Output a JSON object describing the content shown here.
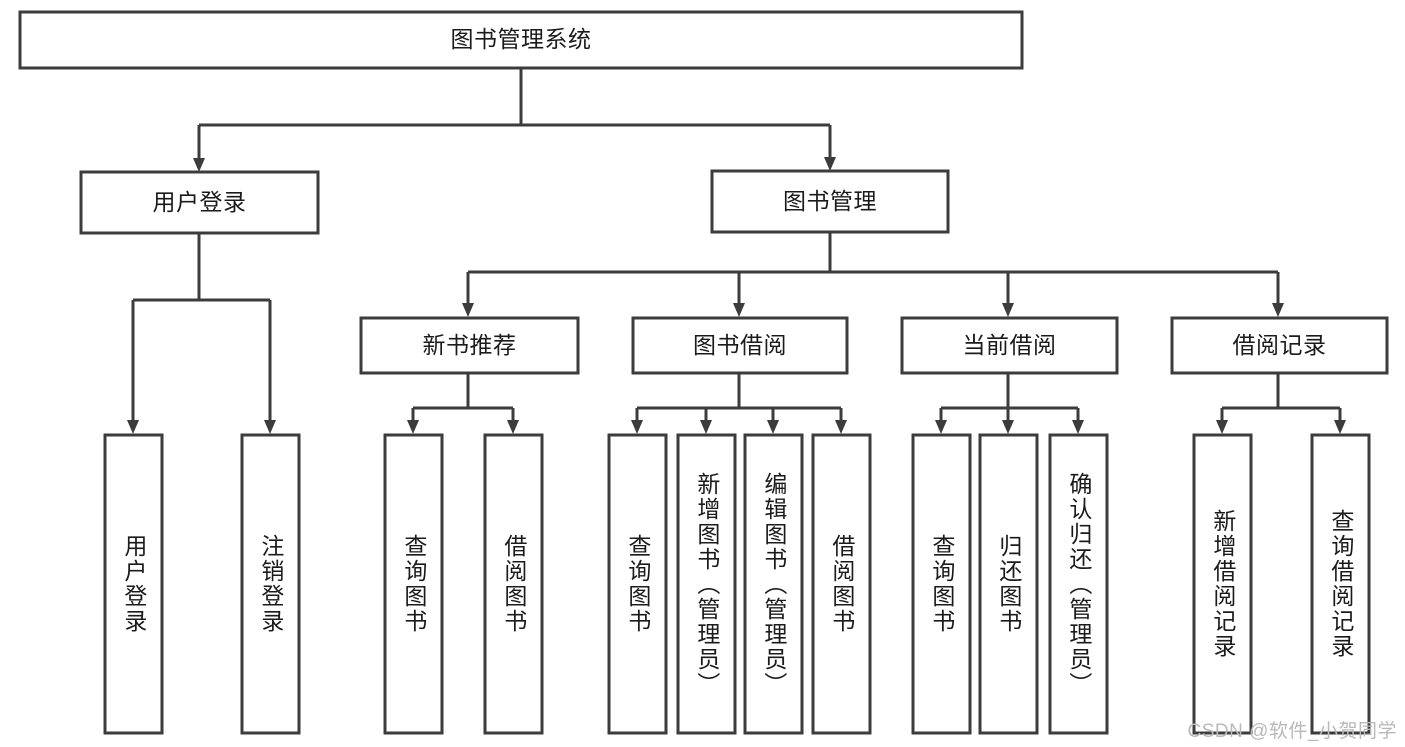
{
  "diagram": {
    "title": "图书管理系统",
    "type": "hierarchy-tree",
    "watermark": "CSDN @软件_小贺同学",
    "colors": {
      "stroke": "#3c3c3c",
      "fill": "#ffffff",
      "text": "#1b1b1b",
      "watermark": "#b9b9b9"
    },
    "root": {
      "label": "图书管理系统"
    },
    "level1": [
      {
        "label": "用户登录"
      },
      {
        "label": "图书管理"
      }
    ],
    "level2": [
      {
        "label": "新书推荐"
      },
      {
        "label": "图书借阅"
      },
      {
        "label": "当前借阅"
      },
      {
        "label": "借阅记录"
      }
    ],
    "leaves": {
      "user_login": [
        {
          "label": "用户登录"
        },
        {
          "label": "注销登录"
        }
      ],
      "new_book_recommend": [
        {
          "label": "查询图书"
        },
        {
          "label": "借阅图书"
        }
      ],
      "book_borrow": [
        {
          "label": "查询图书"
        },
        {
          "label": "新增图书（管理员）"
        },
        {
          "label": "编辑图书（管理员）"
        },
        {
          "label": "借阅图书"
        }
      ],
      "current_borrow": [
        {
          "label": "查询图书"
        },
        {
          "label": "归还图书"
        },
        {
          "label": "确认归还（管理员）"
        }
      ],
      "borrow_record": [
        {
          "label": "新增借阅记录"
        },
        {
          "label": "查询借阅记录"
        }
      ]
    }
  }
}
